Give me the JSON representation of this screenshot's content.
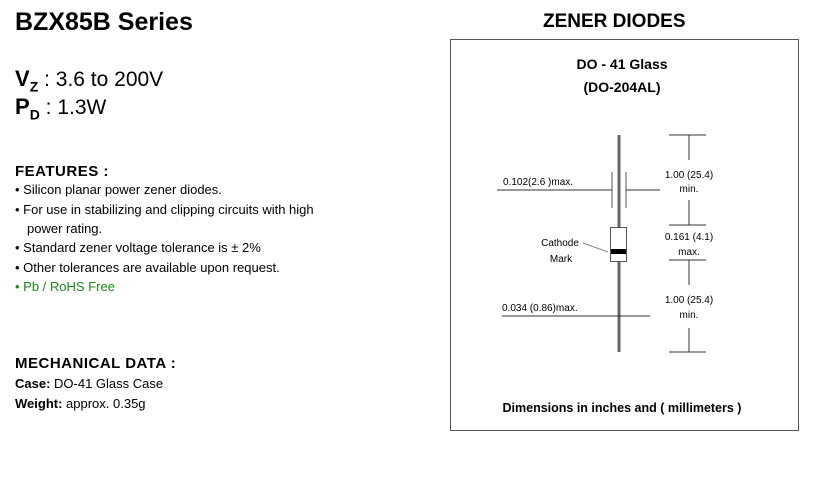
{
  "title": "BZX85B Series",
  "specs": {
    "vz_label": "V",
    "vz_sub": "Z",
    "vz_value": ": 3.6 to 200V",
    "pd_label": "P",
    "pd_sub": "D",
    "pd_value": ": 1.3W"
  },
  "features": {
    "heading": "FEATURES :",
    "items": [
      "• Silicon planar power zener diodes.",
      "• For use in stabilizing and clipping circuits with high",
      "power rating.",
      "• Standard zener voltage tolerance is ± 2%",
      "• Other tolerances are available upon request.",
      "• Pb / RoHS Free"
    ]
  },
  "mechanical": {
    "heading": "MECHANICAL  DATA :",
    "case_label": "Case:",
    "case_value": " DO-41 Glass Case",
    "weight_label": "Weight:",
    "weight_value": " approx. 0.35g"
  },
  "right_title": "ZENER DIODES",
  "package": {
    "name": "DO - 41 Glass",
    "alt": "(DO-204AL)",
    "dims": {
      "body_dia": "0.102(2.6 )max.",
      "lead_dia": "0.034 (0.86)max.",
      "lead_len_top": "1.00 (25.4)",
      "min_top": "min.",
      "body_len": "0.161 (4.1)",
      "max_body": "max.",
      "lead_len_bot": "1.00 (25.4)",
      "min_bot": "min."
    },
    "cathode": [
      "Cathode",
      "Mark"
    ],
    "footer": "Dimensions in inches and ( millimeters )"
  },
  "colors": {
    "green": "#1a8a1a"
  }
}
